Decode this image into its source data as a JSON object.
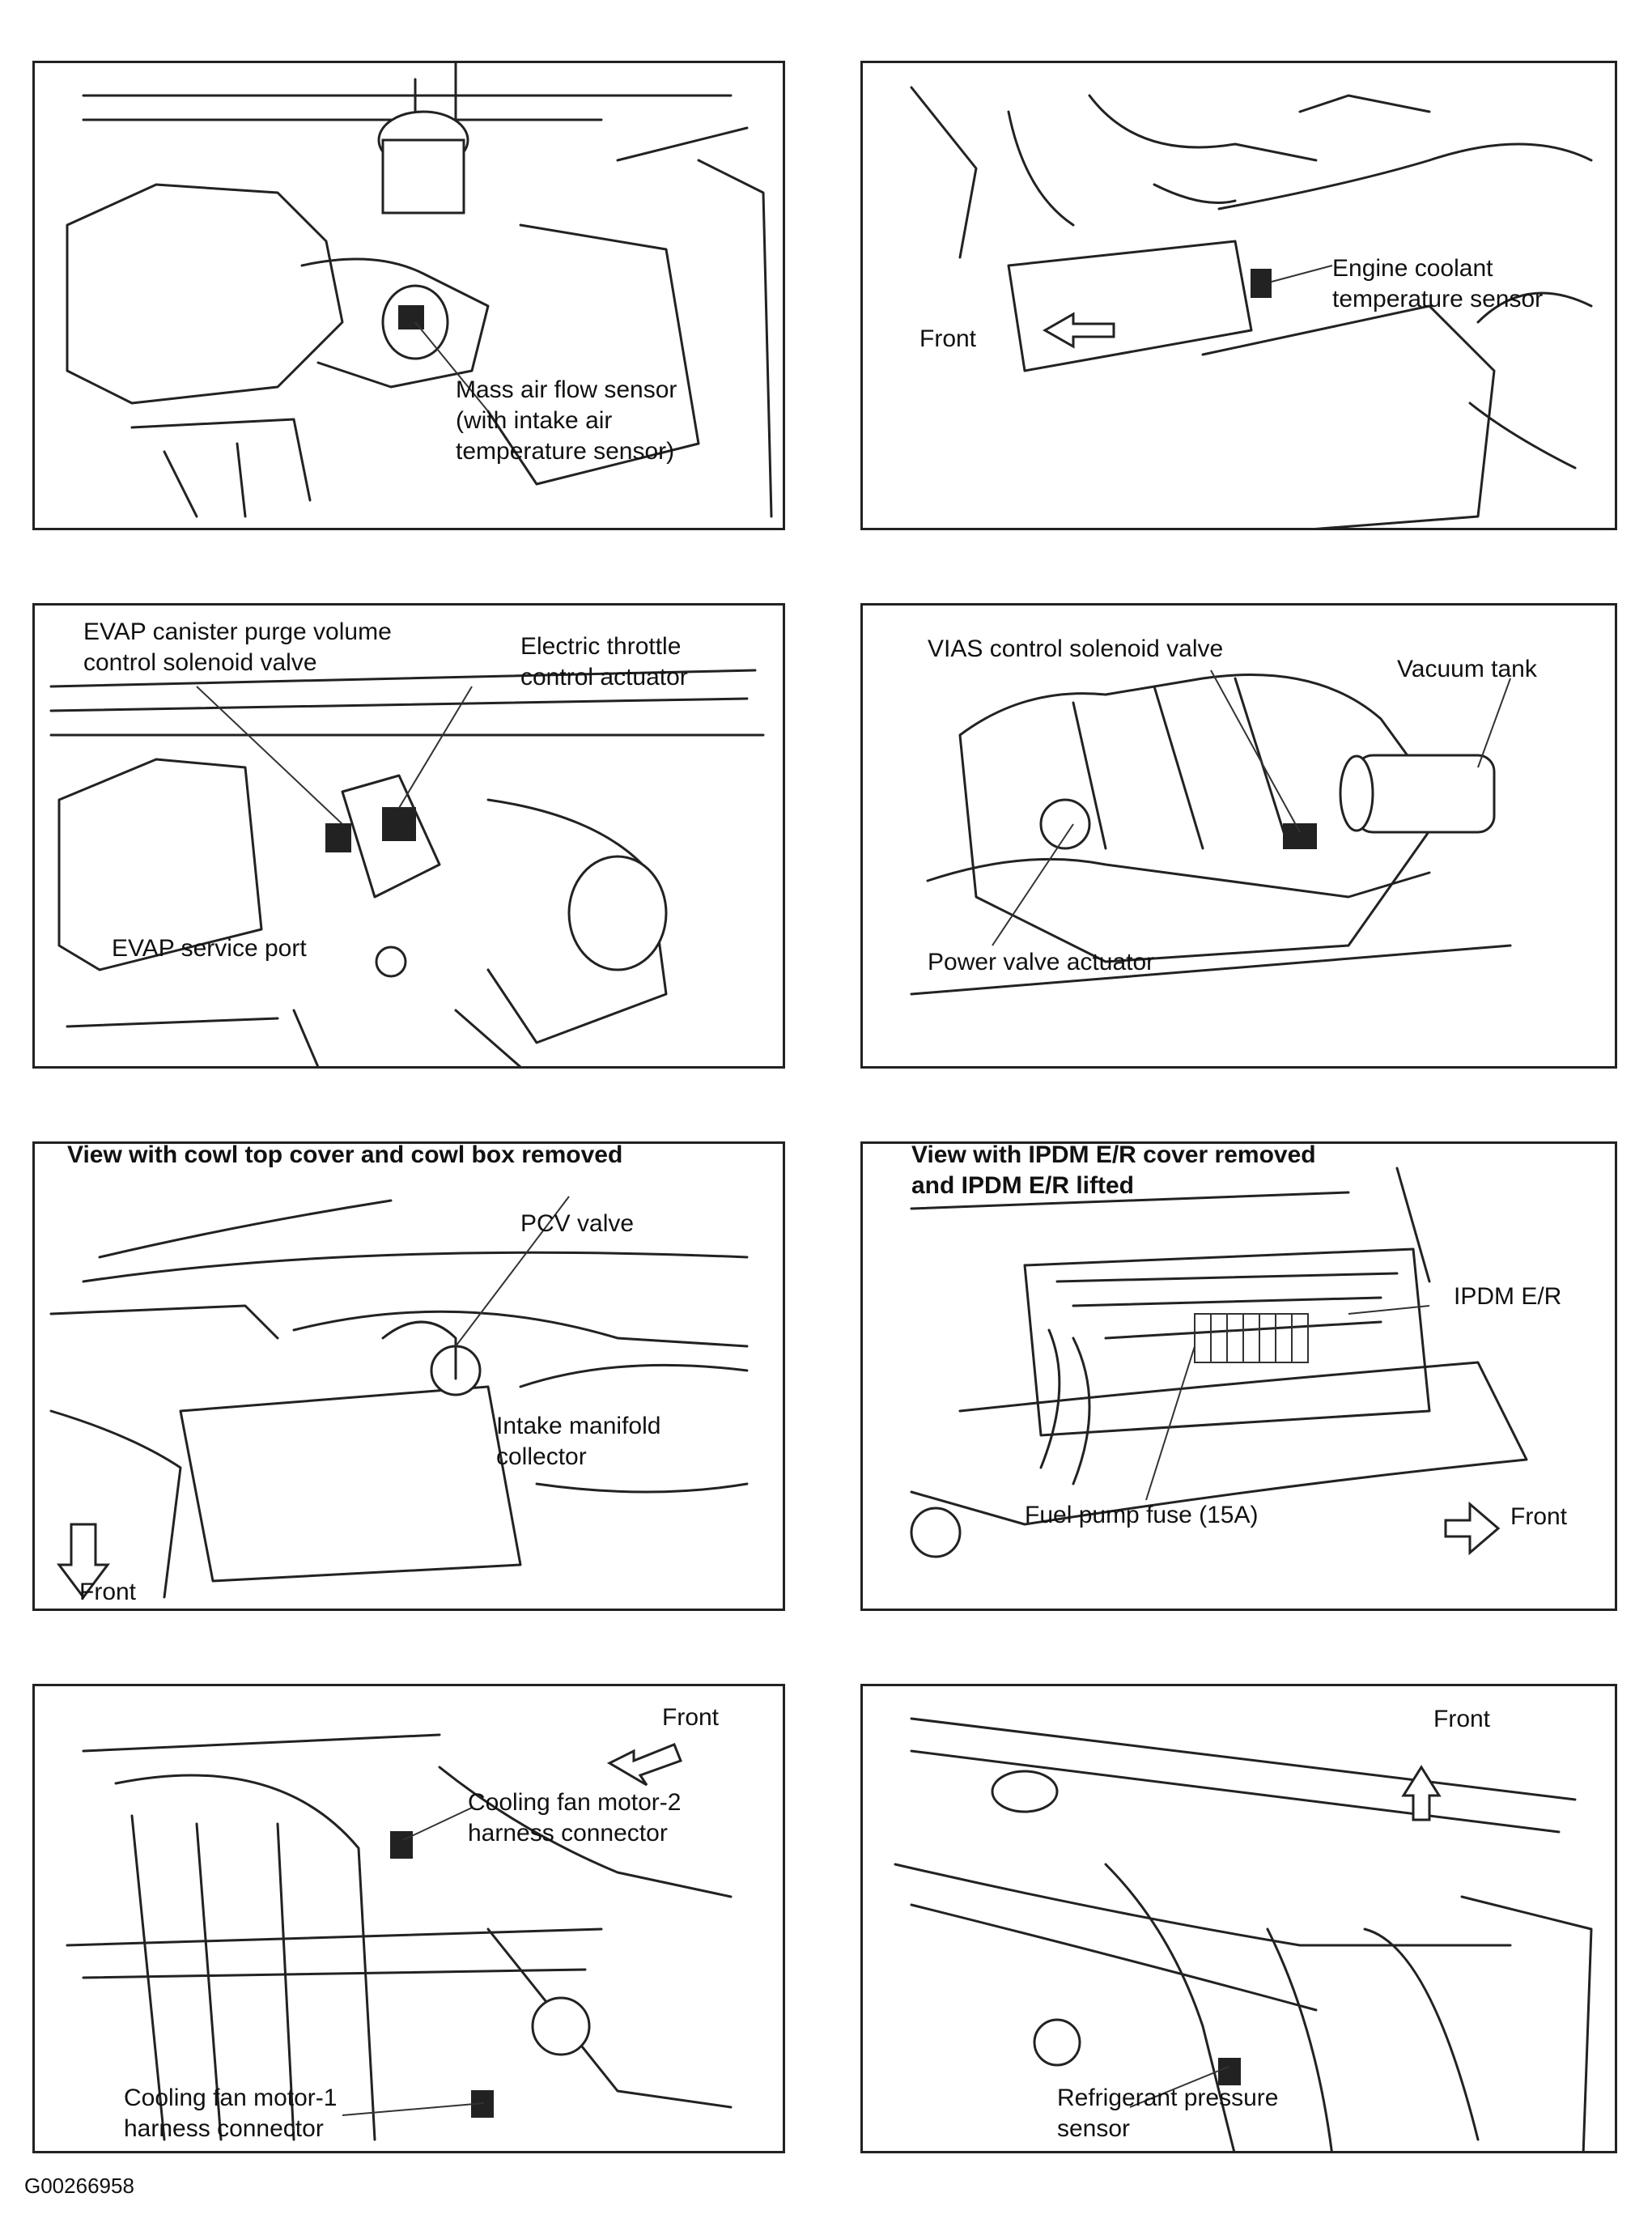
{
  "panels": {
    "p1": {
      "labels": [
        "Mass air flow sensor",
        "(with intake air",
        "temperature sensor)"
      ]
    },
    "p2": {
      "labels": [
        "Engine coolant",
        "temperature sensor"
      ],
      "direction": "Front"
    },
    "p3": {
      "labels": [
        "EVAP canister purge volume",
        "control solenoid valve",
        "Electric throttle",
        "control actuator",
        "EVAP service port"
      ]
    },
    "p4": {
      "labels": [
        "VIAS control solenoid valve",
        "Vacuum tank",
        "Power valve actuator"
      ]
    },
    "p5": {
      "header": "View with cowl top cover and cowl box removed",
      "labels": [
        "PCV valve",
        "Intake manifold",
        "collector"
      ],
      "direction": "Front"
    },
    "p6": {
      "header_1": "View with IPDM E/R cover removed",
      "header_2": "and IPDM E/R lifted",
      "labels": [
        "IPDM E/R",
        "Fuel pump fuse (15A)"
      ],
      "direction": "Front"
    },
    "p7": {
      "labels": [
        "Cooling fan motor-2",
        "harness connector",
        "Cooling fan motor-1",
        "harness connector"
      ],
      "direction": "Front"
    },
    "p8": {
      "labels": [
        "Refrigerant pressure",
        "sensor"
      ],
      "direction": "Front"
    }
  },
  "figure_ref": "G00266958"
}
